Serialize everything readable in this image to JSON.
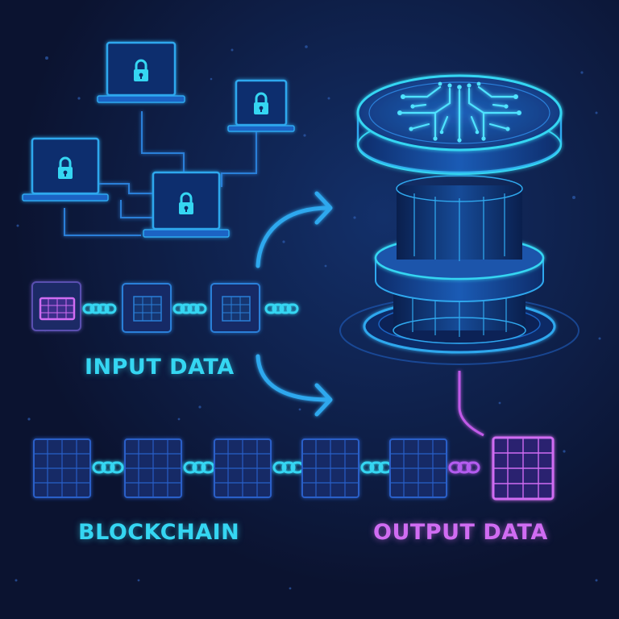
{
  "labels": {
    "input": "INPUT DATA",
    "blockchain": "BLOCKCHAIN",
    "output": "OUTPUT DATA"
  },
  "icons": {
    "laptop": "lock-laptop-icon",
    "server": "circuit-server-icon",
    "block": "data-block-icon",
    "link": "chain-link-icon",
    "arrow": "curved-arrow-icon"
  },
  "colors": {
    "background": "#0b1330",
    "cyan": "#35d6f2",
    "blue": "#2a7fd8",
    "magenta": "#d06cf2"
  }
}
